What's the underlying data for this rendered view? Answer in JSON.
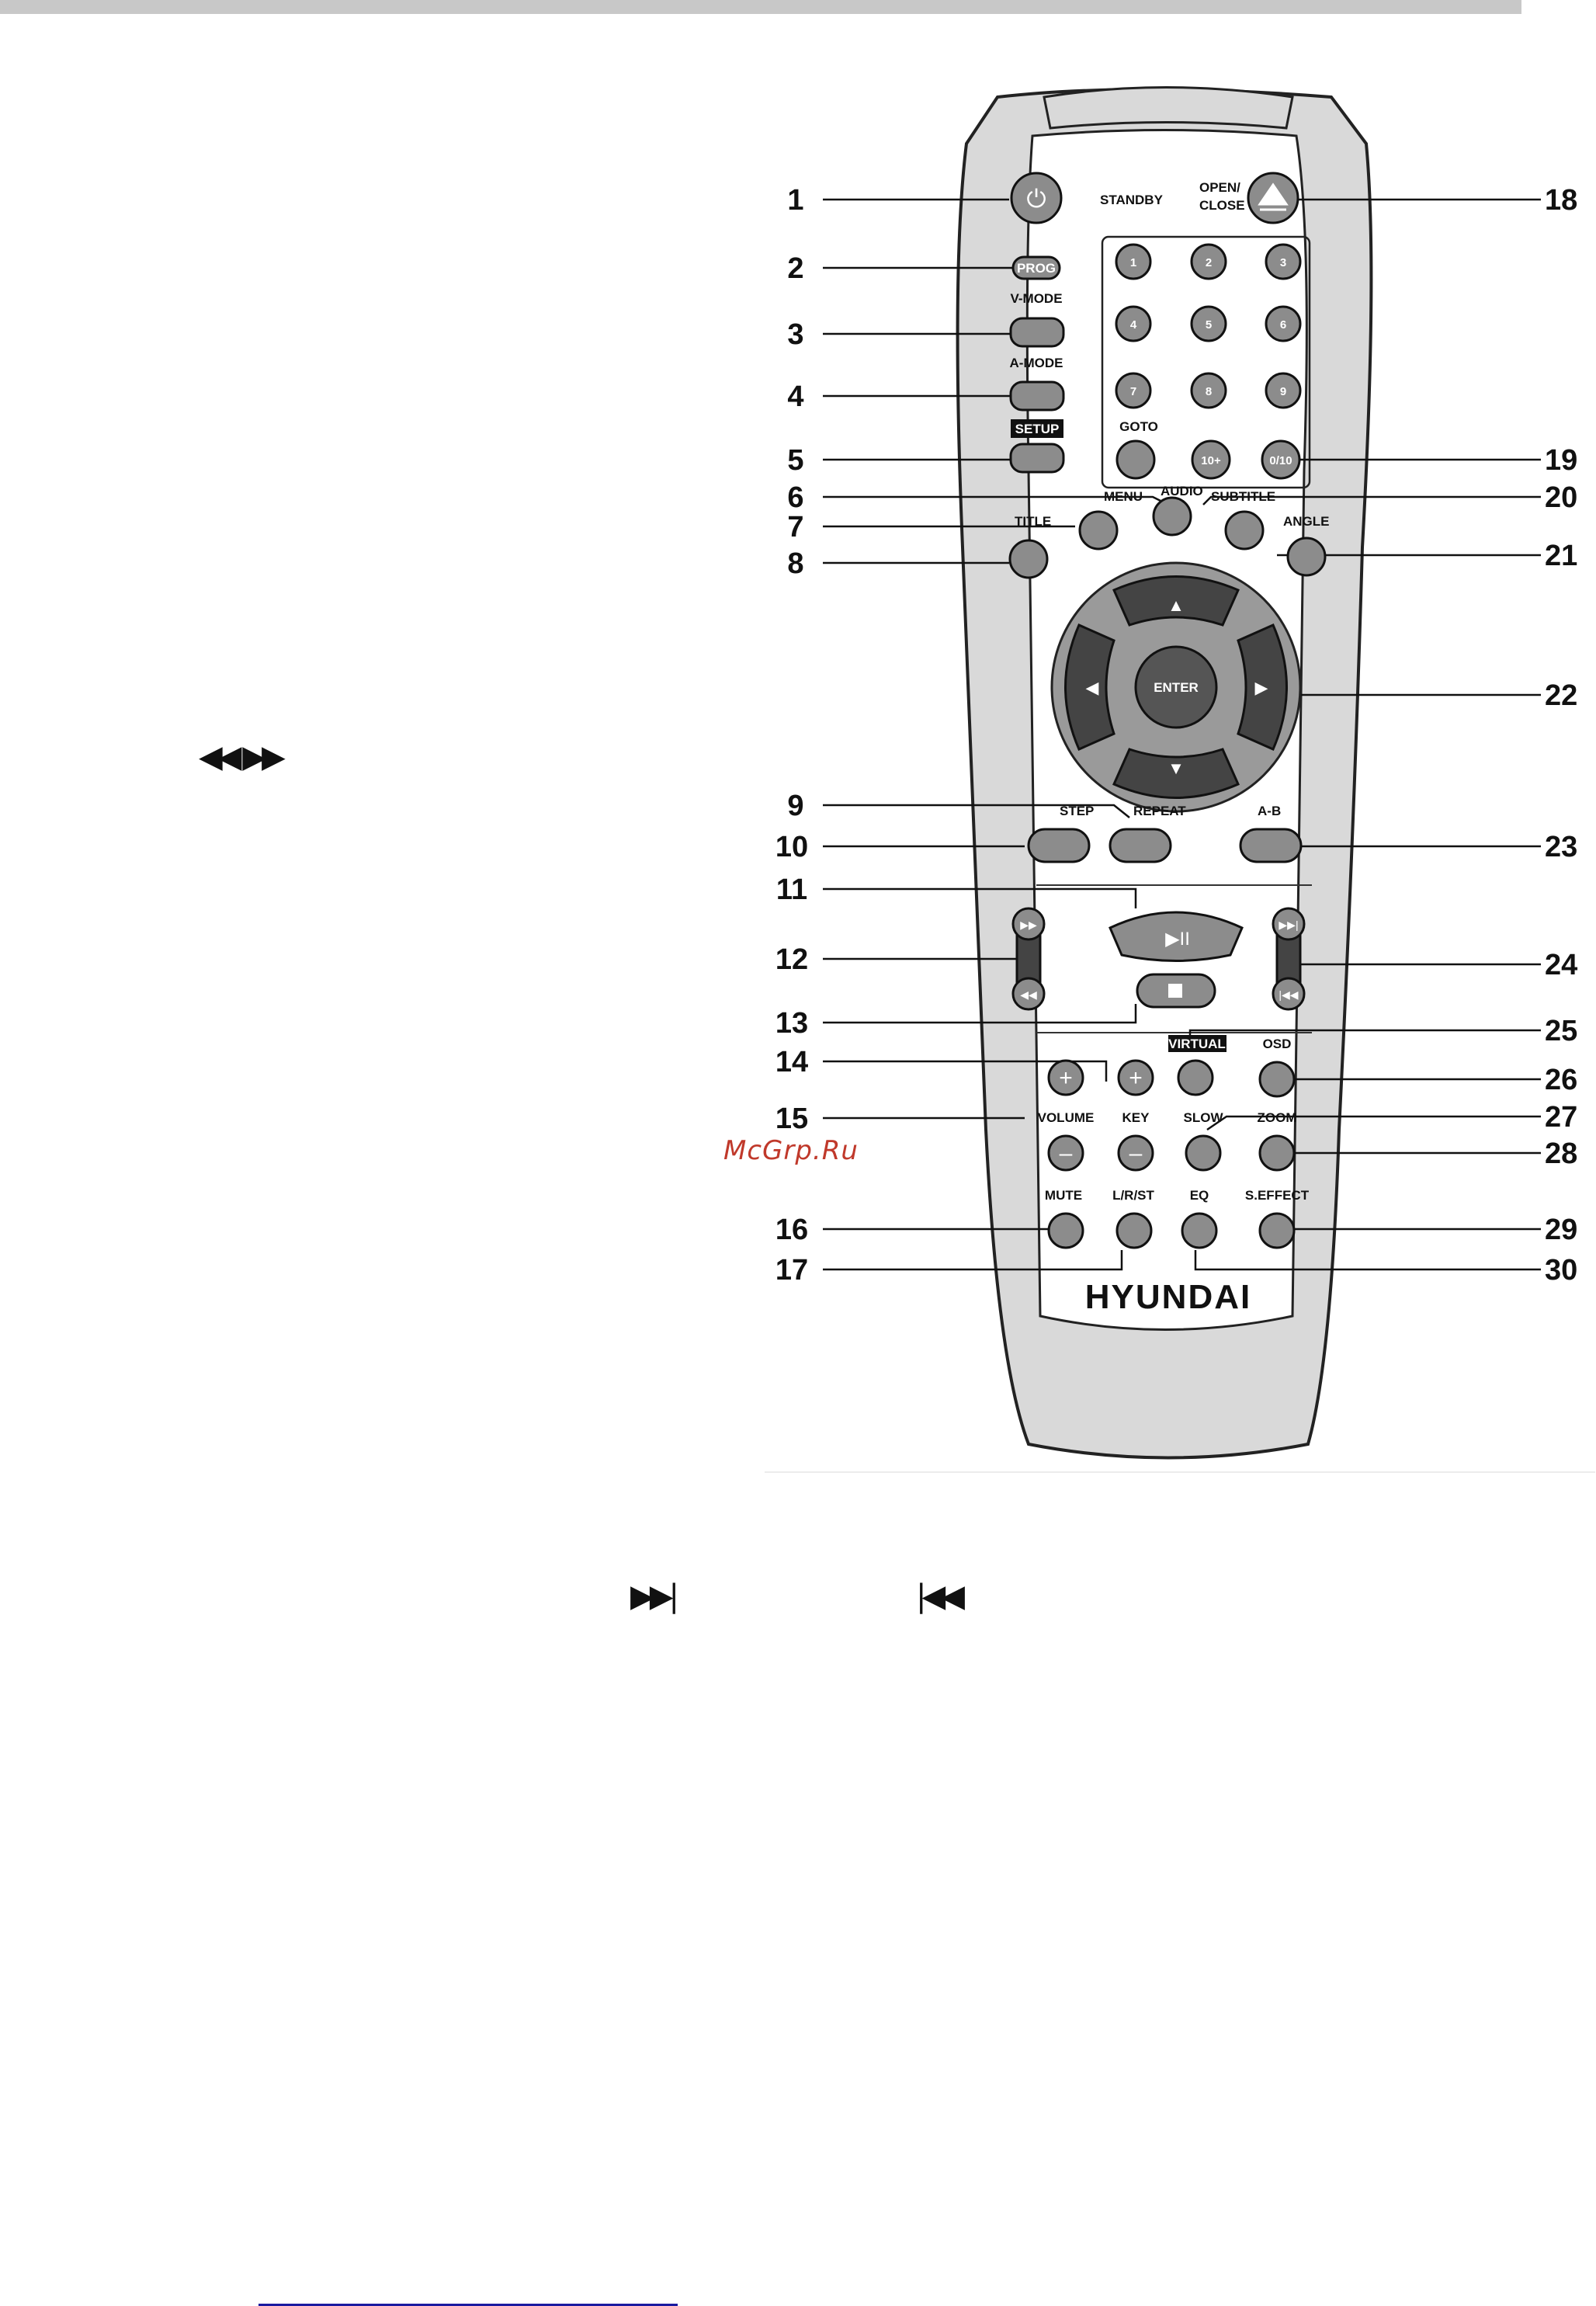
{
  "watermark": "McGrp.Ru",
  "glyphs": {
    "rew_ff": "◀◀ ▶▶",
    "next": "▶▶|",
    "prev": "|◀◀"
  },
  "remote": {
    "brand": "HYUNDAI",
    "labels": {
      "standby": "STANDBY",
      "open_close_1": "OPEN/",
      "open_close_2": "CLOSE",
      "prog": "PROG",
      "v_mode": "V-MODE",
      "a_mode": "A-MODE",
      "setup": "SETUP",
      "goto": "GOTO",
      "menu": "MENU",
      "audio": "AUDIO",
      "subtitle": "SUBTITLE",
      "title": "TITLE",
      "angle": "ANGLE",
      "enter": "ENTER",
      "step": "STEP",
      "repeat": "REPEAT",
      "ab": "A-B",
      "virtual": "VIRTUAL",
      "osd": "OSD",
      "volume": "VOLUME",
      "key": "KEY",
      "slow": "SLOW",
      "zoom": "ZOOM",
      "mute": "MUTE",
      "lrst": "L/R/ST",
      "eq": "EQ",
      "s_effect": "S.EFFECT"
    },
    "digits": [
      "1",
      "2",
      "3",
      "4",
      "5",
      "6",
      "7",
      "8",
      "9",
      "10+",
      "0/10"
    ],
    "callouts_left": [
      "1",
      "2",
      "3",
      "4",
      "5",
      "6",
      "7",
      "8",
      "9",
      "10",
      "11",
      "12",
      "13",
      "14",
      "15",
      "16",
      "17"
    ],
    "callouts_right": [
      "18",
      "19",
      "20",
      "21",
      "22",
      "23",
      "24",
      "25",
      "26",
      "27",
      "28",
      "29",
      "30"
    ]
  }
}
